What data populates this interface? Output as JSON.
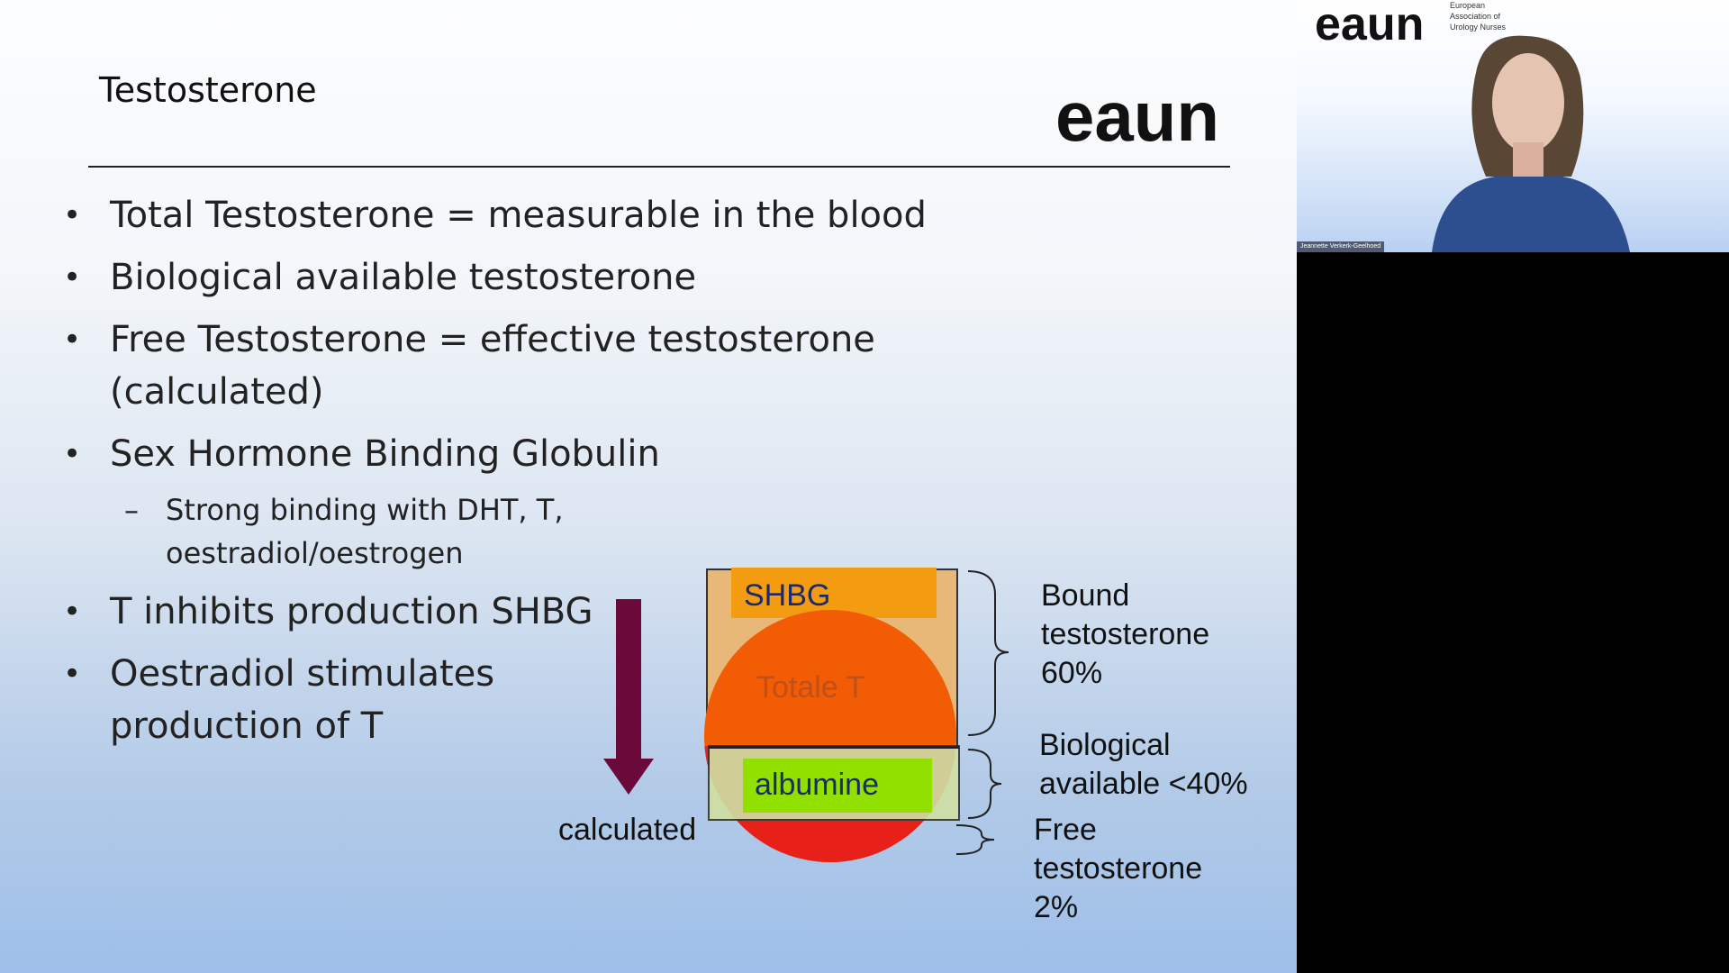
{
  "slide": {
    "title": "Testosterone",
    "logo_text": "eaun",
    "bullets": [
      "Total Testosterone = measurable in the blood",
      "Biological available testosterone",
      "Free Testosterone = effective testosterone (calculated)",
      "Sex Hormone Binding Globulin"
    ],
    "sub_bullet": "Strong binding with DHT, T, oestradiol/oestrogen",
    "bullets_after": [
      "T inhibits production SHBG",
      "Oestradiol stimulates production of T"
    ],
    "bullet_char": "•",
    "dash_char": "–"
  },
  "diagram": {
    "shbg_label": "SHBG",
    "total_label": "Totale T",
    "albumine_label": "albumine",
    "arrow_label": "calculated",
    "bound_label": "Bound testosterone 60%",
    "bio_label": "Biological available <40%",
    "free_label": "Free testosterone 2%",
    "colors": {
      "shbg": "#f39c12",
      "total": "#f25c05",
      "albumine": "#92e000",
      "free": "#e8201a",
      "arrow": "#6b0a3a"
    }
  },
  "video": {
    "logo_text": "eaun",
    "org_name": "European Association of Urology Nurses",
    "participant_name": "Jeannette Verkerk-Geelhoed"
  }
}
